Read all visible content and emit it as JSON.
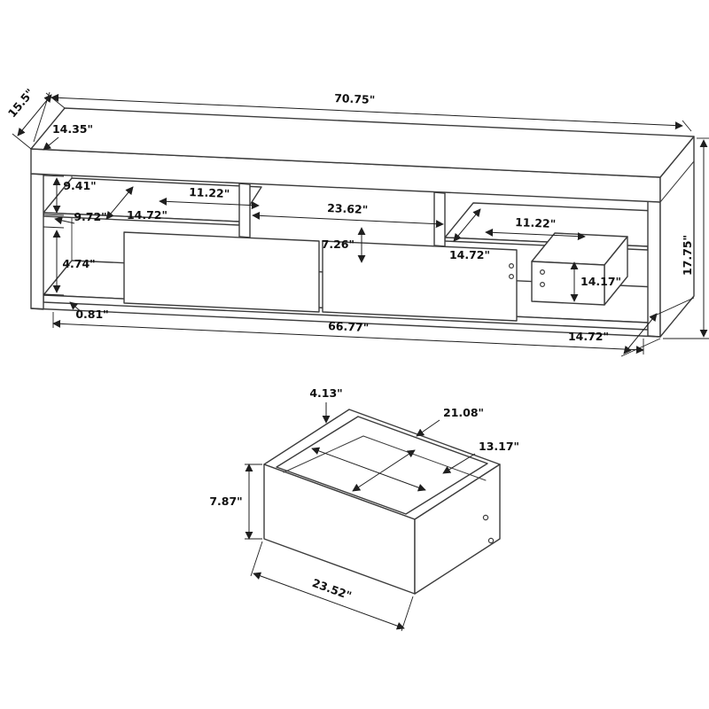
{
  "console_diagram": {
    "overall_width": "70.75\"",
    "overall_depth": "15.5\"",
    "overall_height": "17.75\"",
    "top_interior_depth": "14.35\"",
    "left_opening_height": "9.41\"",
    "left_shelf_setback": "9.72\"",
    "left_shelf_depth": "14.72\"",
    "left_shelf_width": "11.22\"",
    "center_opening_width": "23.62\"",
    "center_opening_height": "7.26\"",
    "right_shelf_depth": "14.72\"",
    "right_shelf_width": "11.22\"",
    "right_opening_height": "14.17\"",
    "left_lower_opening_height": "4.74\"",
    "bottom_panel_thickness": "0.81\"",
    "interior_width": "66.77\"",
    "right_bottom_depth": "14.72\""
  },
  "drawer_diagram": {
    "front_height": "7.87\"",
    "front_width": "23.52\"",
    "panel_offset": "4.13\"",
    "interior_width": "21.08\"",
    "interior_depth": "13.17\""
  },
  "colors": {
    "line": "#3c3c3c",
    "text": "#0f0f0f",
    "background": "#ffffff"
  }
}
